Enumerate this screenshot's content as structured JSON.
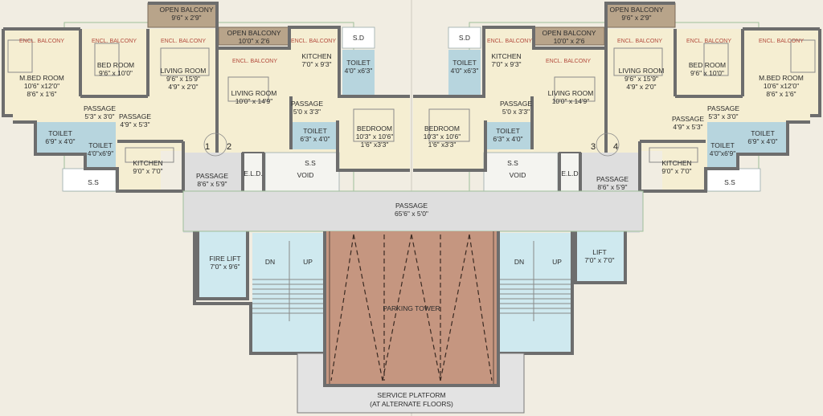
{
  "left": {
    "encl_balcony": "ENCL. BALCONY",
    "open_balcony_1": {
      "name": "OPEN BALCONY",
      "size": "9'6\" x 2'9\""
    },
    "open_balcony_2": {
      "name": "OPEN BALCONY",
      "size": "10'0\" x 2'6"
    },
    "mbed": {
      "name": "M.BED ROOM",
      "size1": "10'6\" x12'0\"",
      "size2": "8'6\" x 1'6\""
    },
    "bed": {
      "name": "BED ROOM",
      "size": "9'6\" x 10'0\""
    },
    "living1": {
      "name": "LIVING ROOM",
      "size1": "9'6\" x 15'9\"",
      "size2": "4'9\" x 2'0\""
    },
    "living2": {
      "name": "LIVING ROOM",
      "size": "10'0\" x 14'9\""
    },
    "kitchen1": {
      "name": "KITCHEN",
      "size": "7'0\" x 9'3\""
    },
    "kitchen2": {
      "name": "KITCHEN",
      "size": "9'0\" x 7'0\""
    },
    "toilet_a": {
      "name": "TOILET",
      "size": "4'0\" x6'3\""
    },
    "toilet_b": {
      "name": "TOILET",
      "size": "6'9\" x 4'0\""
    },
    "toilet_c": {
      "name": "TOILET",
      "size": "4'0\"x6'9\""
    },
    "toilet_d": {
      "name": "TOILET",
      "size": "6'3\" x 4'0\""
    },
    "passage1": {
      "name": "PASSAGE",
      "size": "5'3\" x 3'0\""
    },
    "passage2": {
      "name": "PASSAGE",
      "size": "4'9\" x 5'3\""
    },
    "passage3": {
      "name": "PASSAGE",
      "size": "5'0 x 3'3\""
    },
    "passage4": {
      "name": "PASSAGE",
      "size": "8'6\" x 5'9\""
    },
    "bedroom": {
      "name": "BEDROOM",
      "size1": "10'3\" x 10'6\"",
      "size2": "1'6\" x3'3\""
    },
    "sd": "S.D",
    "ss1": "S.S",
    "ss2": "S.S",
    "void": "VOID",
    "eld": "E.L.D.",
    "fire_lift": {
      "name": "FIRE LIFT",
      "size": "7'0\" x 9'6\""
    },
    "dn": "DN",
    "up": "UP"
  },
  "right": {
    "encl_balcony": "ENCL. BALCONY",
    "open_balcony_1": {
      "name": "OPEN BALCONY",
      "size": "9'6\" x 2'9\""
    },
    "open_balcony_2": {
      "name": "OPEN BALCONY",
      "size": "10'0\" x 2'6"
    },
    "mbed": {
      "name": "M.BED ROOM",
      "size1": "10'6\" x12'0\"",
      "size2": "8'6\" x 1'6\""
    },
    "bed": {
      "name": "BED ROOM",
      "size": "9'6\" x 10'0\""
    },
    "living1": {
      "name": "LIVING ROOM",
      "size1": "9'6\" x 15'9\"",
      "size2": "4'9\" x 2'0\""
    },
    "living2": {
      "name": "LIVING ROOM",
      "size": "10'0\" x 14'9\""
    },
    "kitchen1": {
      "name": "KITCHEN",
      "size": "7'0\" x 9'3\""
    },
    "kitchen2": {
      "name": "KITCHEN",
      "size": "9'0\" x 7'0\""
    },
    "toilet_a": {
      "name": "TOILET",
      "size": "4'0\" x6'3\""
    },
    "toilet_b": {
      "name": "TOILET",
      "size": "6'9\" x 4'0\""
    },
    "toilet_c": {
      "name": "TOILET",
      "size": "4'0\"x6'9\""
    },
    "toilet_d": {
      "name": "TOILET",
      "size": "6'3\" x 4'0\""
    },
    "passage1": {
      "name": "PASSAGE",
      "size": "5'3\" x 3'0\""
    },
    "passage2": {
      "name": "PASSAGE",
      "size": "4'9\" x 5'3\""
    },
    "passage3": {
      "name": "PASSAGE",
      "size": "5'0 x 3'3\""
    },
    "passage4": {
      "name": "PASSAGE",
      "size": "8'6\" x 5'9\""
    },
    "bedroom": {
      "name": "BEDROOM",
      "size1": "10'3\" x 10'6\"",
      "size2": "1'6\" x3'3\""
    },
    "sd": "S.D",
    "ss1": "S.S",
    "ss2": "S.S",
    "void": "VOID",
    "eld": "E.L.D",
    "lift": {
      "name": "LIFT",
      "size": "7'0\" x 7'0\""
    },
    "dn": "DN",
    "up": "UP"
  },
  "flat_numbers": [
    "1",
    "2",
    "3",
    "4"
  ],
  "center": {
    "passage": {
      "name": "PASSAGE",
      "size": "65'6\" x 5'0\""
    },
    "parking_tower": "PARKING TOWER",
    "service_platform": {
      "line1": "SERVICE PLATFORM",
      "line2": "(AT ALTERNATE FLOORS)"
    }
  },
  "colors": {
    "floor": "#f5eed2",
    "balcony": "#b8a48a",
    "wet_area": "#b7d5de",
    "passage": "#dedede",
    "stair": "#cfe9ef",
    "parking": "#c59680",
    "wall": "#6d6d6d",
    "encl_label": "#b34a3c"
  }
}
